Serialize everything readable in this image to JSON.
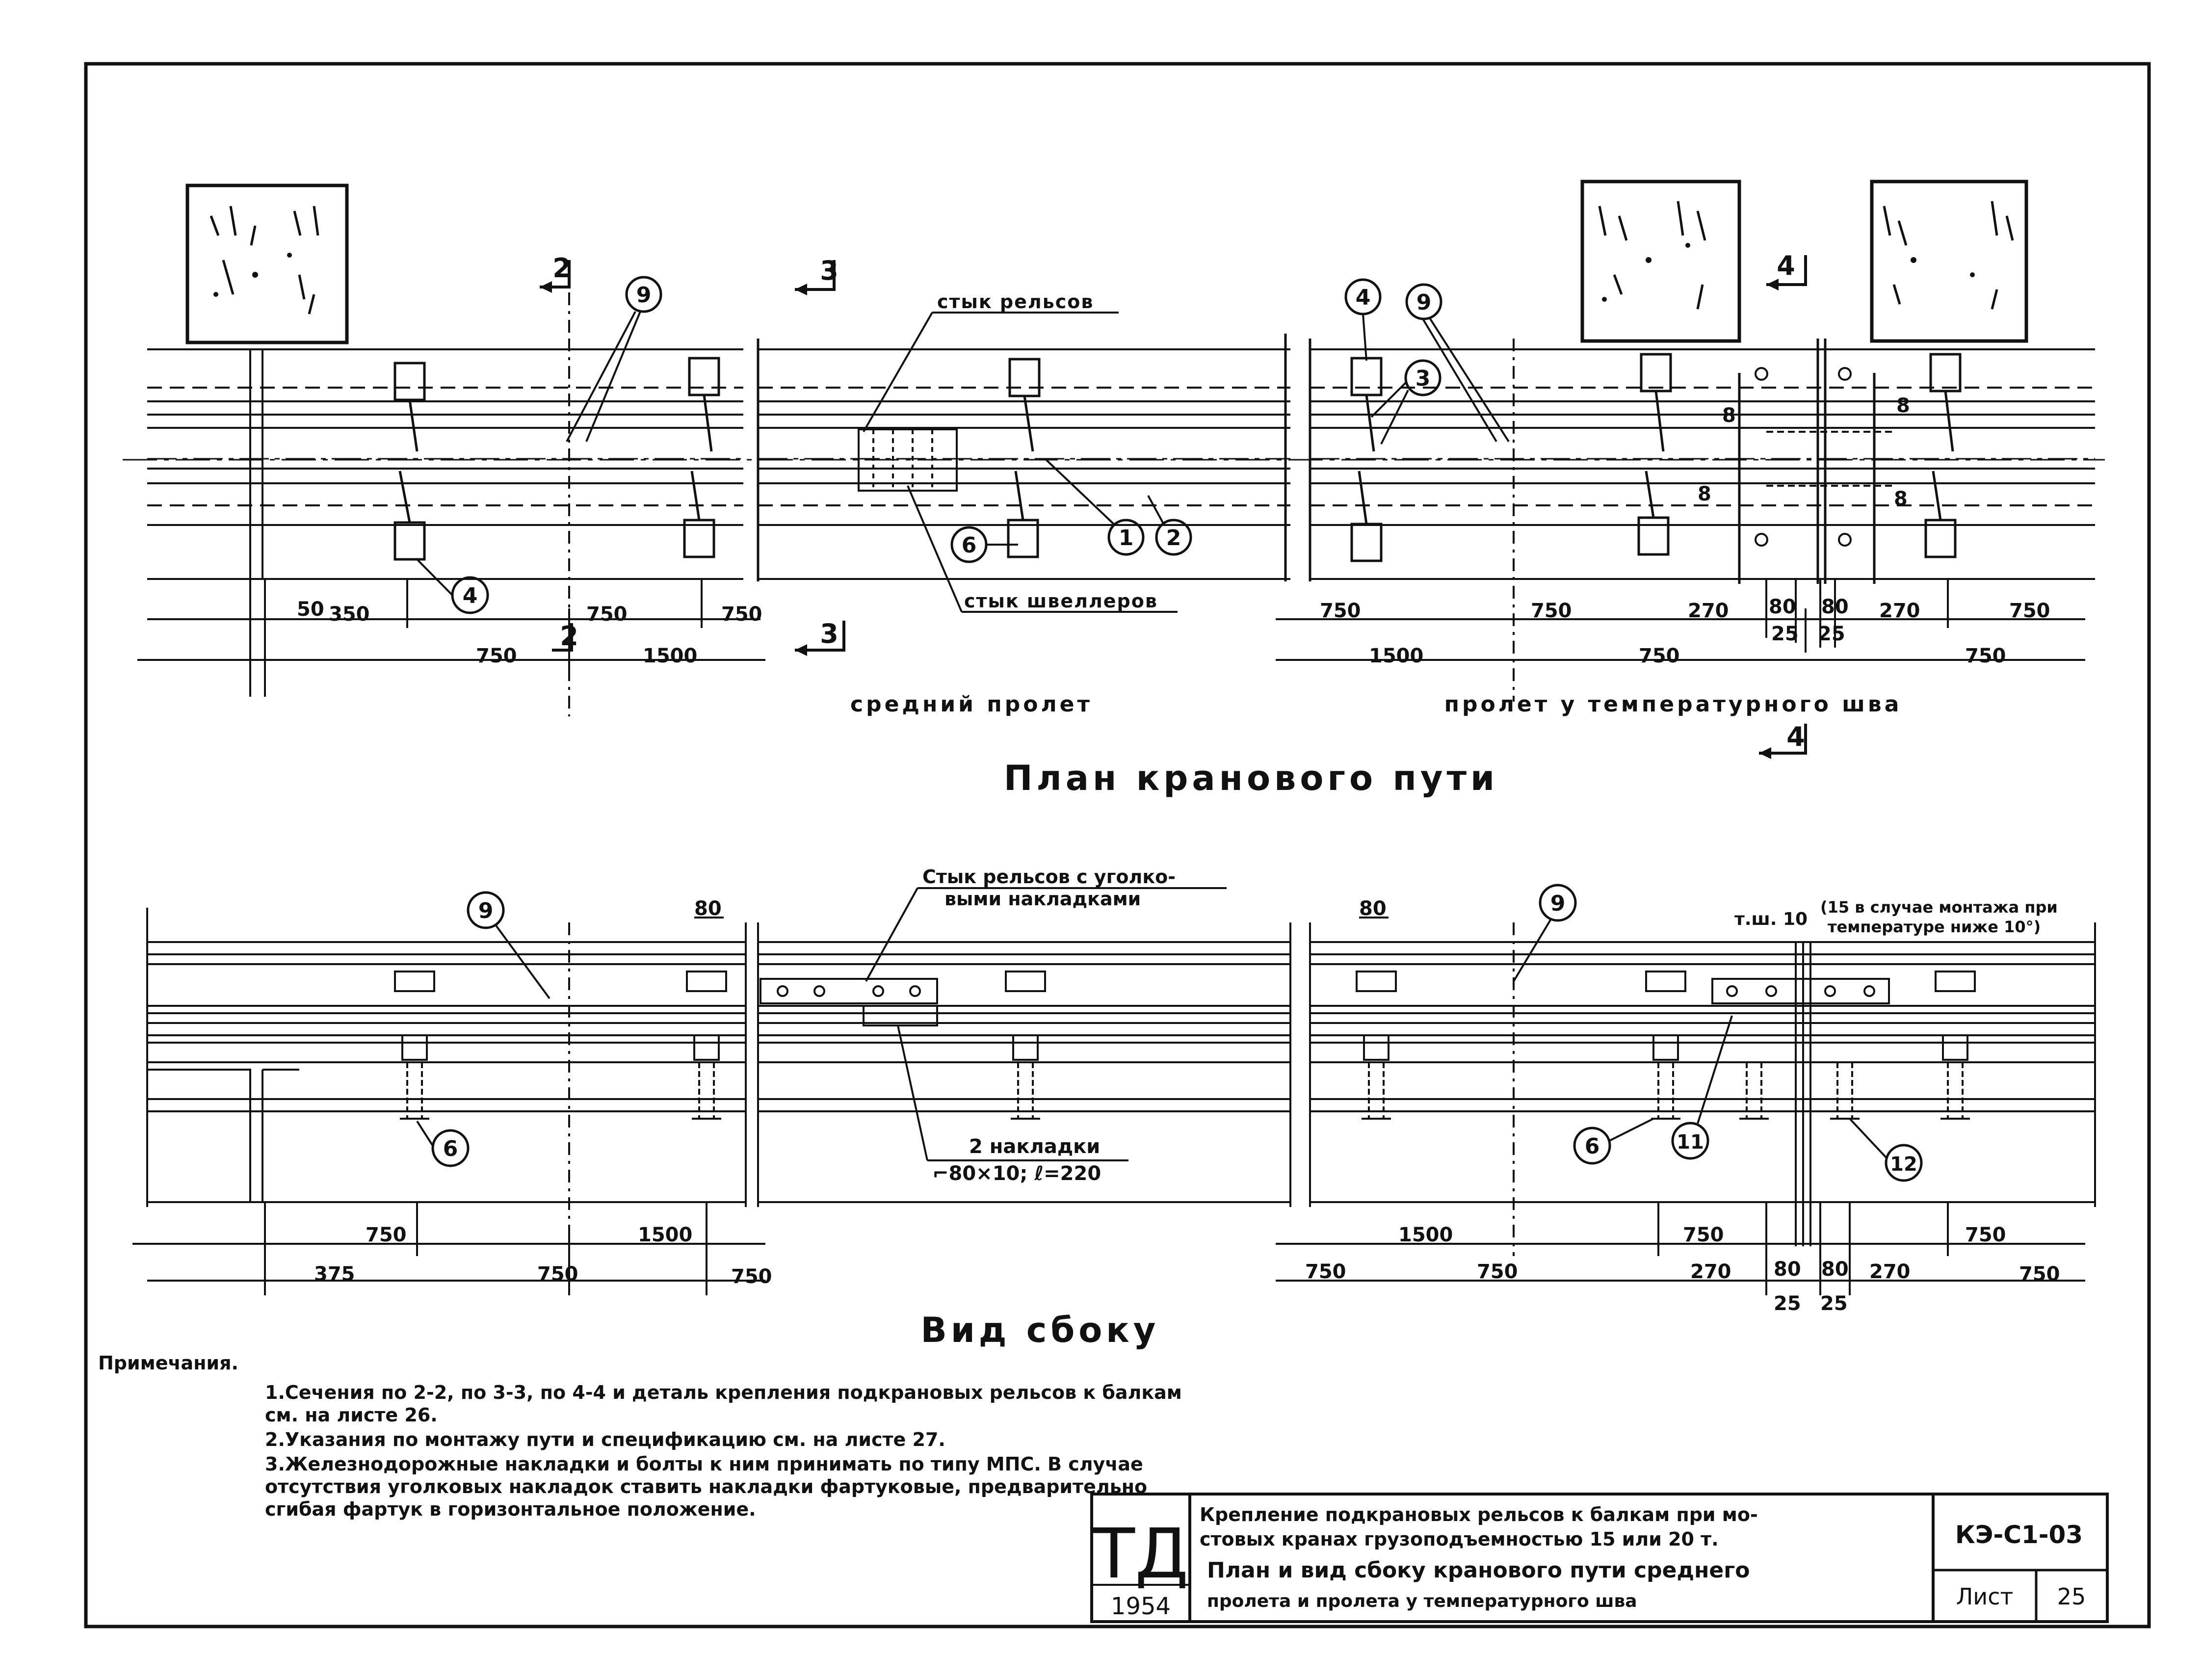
{
  "plan": {
    "title": "План кранового пути",
    "left_caption": "средний пролет",
    "right_caption": "пролет у температурного шва",
    "callouts": {
      "rail_joint": "стык рельсов",
      "channel_joint": "стык швеллеров"
    },
    "markers": [
      "1",
      "2",
      "3",
      "4",
      "6",
      "9"
    ],
    "section_marks": [
      "2",
      "3",
      "4"
    ],
    "dims_left_top": [
      "50",
      "350",
      "750",
      "750"
    ],
    "dims_left_bottom": [
      "750",
      "1500"
    ],
    "dims_right_top": [
      "750",
      "750",
      "270",
      "80",
      "80",
      "270",
      "750"
    ],
    "dims_right_small": [
      "25",
      "25"
    ],
    "dims_right_bottom": [
      "1500",
      "750",
      "750"
    ],
    "misc_dims": [
      "8",
      "8",
      "8",
      "8"
    ]
  },
  "side": {
    "title": "Вид сбоку",
    "callouts": {
      "rail_joint_line1": "Стык рельсов с уголко-",
      "rail_joint_line2": "выми накладками",
      "plates_line1": "2 накладки",
      "plates_line2": "⌐80×10; ℓ=220",
      "temp_joint": "т.ш. 10",
      "temp_note_line1": "(15 в случае монтажа при",
      "temp_note_line2": "температуре ниже 10°)"
    },
    "markers": [
      "6",
      "9",
      "11",
      "12"
    ],
    "dims_left_top": [
      "80"
    ],
    "dims_right_top": [
      "80"
    ],
    "dims_left_row1": [
      "750",
      "1500"
    ],
    "dims_left_row2": [
      "375",
      "750",
      "750"
    ],
    "dims_right_row1": [
      "1500",
      "750",
      "750"
    ],
    "dims_right_row2": [
      "750",
      "750",
      "270",
      "80",
      "80",
      "270",
      "750"
    ],
    "dims_right_small": [
      "25",
      "25"
    ]
  },
  "notes": {
    "heading": "Примечания.",
    "items": [
      "1.Сечения по 2-2, по 3-3, по 4-4 и деталь крепления подкрановых рельсов к балкам см. на листе 26.",
      "2.Указания по монтажу пути и спецификацию см. на листе 27.",
      "3.Железнодорожные накладки и болты к ним принимать по типу МПС. В случае отсутствия уголковых накладок ставить накладки фартуковые, предварительно сгибая фартук в горизонтальное положение."
    ]
  },
  "stamp": {
    "mark": "ТД",
    "year": "1954",
    "title_line1": "Крепление подкрановых рельсов к балкам при мо-",
    "title_line2": "стовых кранах грузоподъемностью 15 или 20 т.",
    "title_line3": "План и вид сбоку кранового пути среднего",
    "title_line4": "пролета и пролета у температурного шва",
    "code": "КЭ-С1-03",
    "sheet_label": "Лист",
    "sheet_no": "25"
  }
}
